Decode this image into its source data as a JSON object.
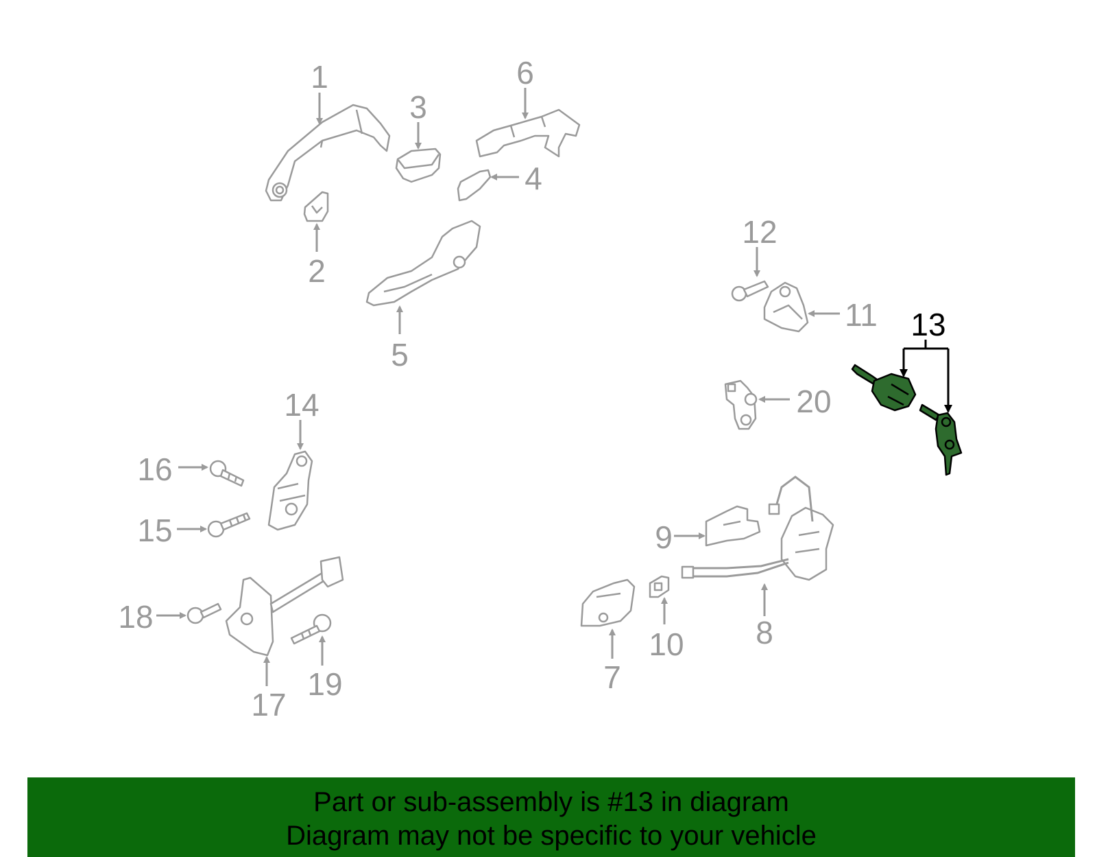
{
  "callouts": {
    "c1": "1",
    "c2": "2",
    "c3": "3",
    "c4": "4",
    "c5": "5",
    "c6": "6",
    "c7": "7",
    "c8": "8",
    "c9": "9",
    "c10": "10",
    "c11": "11",
    "c12": "12",
    "c13": "13",
    "c14": "14",
    "c15": "15",
    "c16": "16",
    "c17": "17",
    "c18": "18",
    "c19": "19",
    "c20": "20"
  },
  "highlighted_part": "13",
  "colors": {
    "banner": "#0b6a0b",
    "highlight_fill": "#2e6b2e",
    "callout_gray": "#9a9a9a"
  },
  "banner": {
    "line1": "Part or sub-assembly is #13 in diagram",
    "line2": "Diagram may not be specific to your vehicle"
  }
}
